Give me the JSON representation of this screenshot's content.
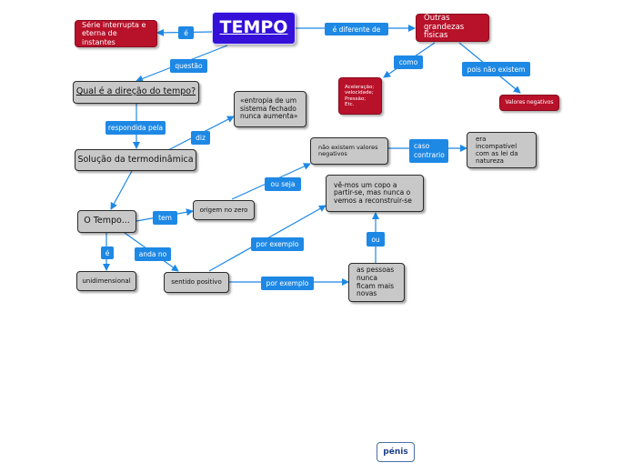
{
  "nodes": {
    "tempo": "TEMPO",
    "serie": "Série interrupta e eterna de instantes",
    "outras": "Outras grandezas físicas",
    "exemplos": "Aceleração; velocidade; Pressão; Etc.",
    "valores_negativos": "Valores negativos",
    "qual": "Qual é a direção do tempo?",
    "entropia": "«entropia de um sistema fechado nunca aumenta»",
    "solucao": "Solução da termodinâmica",
    "nao_existem": "não existem valores negativos",
    "incompativel": "era incompatível com as lei da natureza",
    "copo": "vê-mos um copo a partir-se, mas nunca o vemos a reconstruir-se",
    "origem": "origem no zero",
    "o_tempo": "O Tempo...",
    "unidimensional": "unidimensional",
    "sentido": "sentido positivo",
    "pessoas": "as pessoas nunca ficam mais novas"
  },
  "labels": {
    "e_left": "é",
    "e_diferente": "é  diferente de",
    "questao": "questão",
    "como": "como",
    "pois": "pois não existem",
    "respondida": "respondida pela",
    "diz": "diz",
    "caso": "caso contrario",
    "ou_seja": "ou seja",
    "tem": "tem",
    "e_small": "é",
    "anda": "anda no",
    "por_exemplo_1": "por exemplo",
    "ou": "ou",
    "por_exemplo_2": "por exemplo"
  },
  "footer_link": "pénis",
  "colors": {
    "title_bg": "#3410d9",
    "red_node": "#b8112a",
    "gray_node": "#c8c8c8",
    "connector": "#1e88e5"
  }
}
